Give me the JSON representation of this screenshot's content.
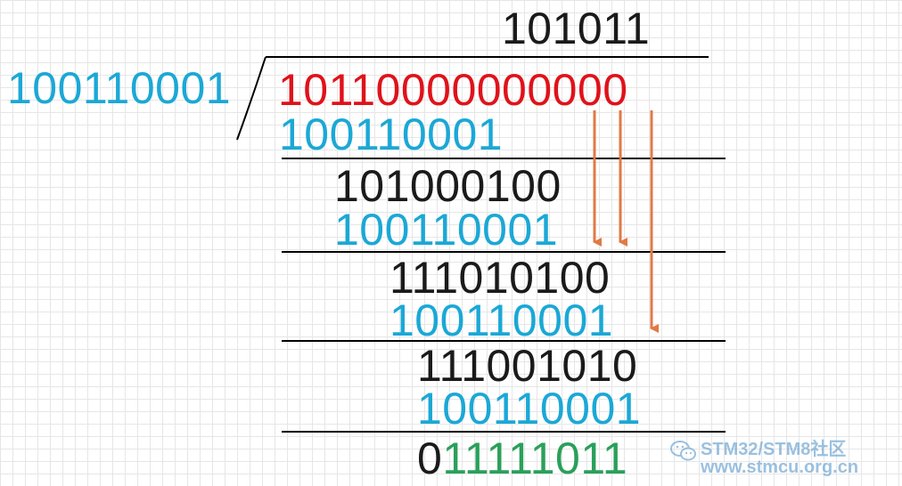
{
  "colors": {
    "black": "#1a1a1a",
    "blue": "#1ba8d6",
    "red": "#e0121a",
    "green": "#2aa05a",
    "arrow": "#e07a45",
    "watermark": "#4a90c8"
  },
  "quotient": "101011",
  "divisor": "100110001",
  "dividend": "10110000000000",
  "steps": [
    {
      "subtrahend": "100110001"
    },
    {
      "remainder": "101000100",
      "subtrahend": "100110001"
    },
    {
      "remainder": "111010100",
      "subtrahend": "100110001"
    },
    {
      "remainder": "111001010",
      "subtrahend": "100110001"
    }
  ],
  "result": {
    "leading": "0",
    "crc": "11111011"
  },
  "watermark": {
    "line1": "STM32/STM8社区",
    "line2": "www.stmcu.org.cn",
    "icon": "wechat-icon"
  }
}
